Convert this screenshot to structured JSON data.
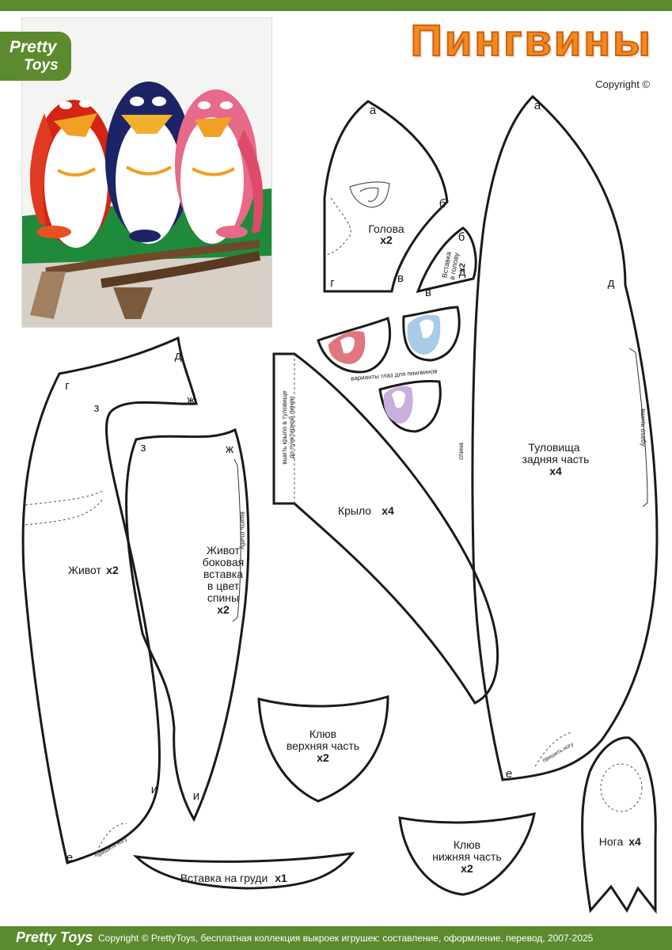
{
  "brand": {
    "logo_line1": "Pretty",
    "logo_line2": "Toys",
    "bottom_logo": "Pretty Toys"
  },
  "title": "Пингвины",
  "copyright_top": "Copyright ©",
  "footer": "Copyright © PrettyToys, бесплатная коллекция выкроек игрушек: составление, оформление, перевод, 2007-2025",
  "pieces": {
    "head": {
      "name": "Голова",
      "count": "x2"
    },
    "head_insert": {
      "name_l1": "Вставка",
      "name_l2": "в голову",
      "count": "x2"
    },
    "eyes_caption": "варианты глаз для пингвинов",
    "wing": {
      "name": "Крыло",
      "count": "x4",
      "note_l1": "вшить крыло в туловище",
      "note_l2": "до пунктирной линии"
    },
    "back": {
      "name_l1": "Туловища",
      "name_l2": "задняя часть",
      "count": "x4",
      "spine": "спина",
      "sew": "вшить оъебу",
      "leg_note": "пришить ногу"
    },
    "belly": {
      "name": "Живот",
      "count": "x2",
      "leg_note": "пришить ногу"
    },
    "belly_side": {
      "name_l1": "Живот",
      "name_l2": "боковая",
      "name_l3": "вставка",
      "name_l4": "в цвет",
      "name_l5": "спины",
      "count": "x2",
      "sew": "вшить оъебу"
    },
    "beak_top": {
      "name_l1": "Клюв",
      "name_l2": "верхняя часть",
      "count": "x2"
    },
    "beak_bottom": {
      "name_l1": "Клюв",
      "name_l2": "нижняя часть",
      "count": "x2"
    },
    "chest": {
      "name": "Вставка на груди",
      "count": "x1"
    },
    "foot": {
      "name": "Нога",
      "count": "x4"
    }
  },
  "marks": {
    "a": "а",
    "b": "б",
    "v": "в",
    "g": "г",
    "d": "д",
    "e": "е",
    "zh": "ж",
    "z": "з",
    "i": "и"
  },
  "colors": {
    "green": "#5c8a2e",
    "orange": "#f28a1e"
  }
}
